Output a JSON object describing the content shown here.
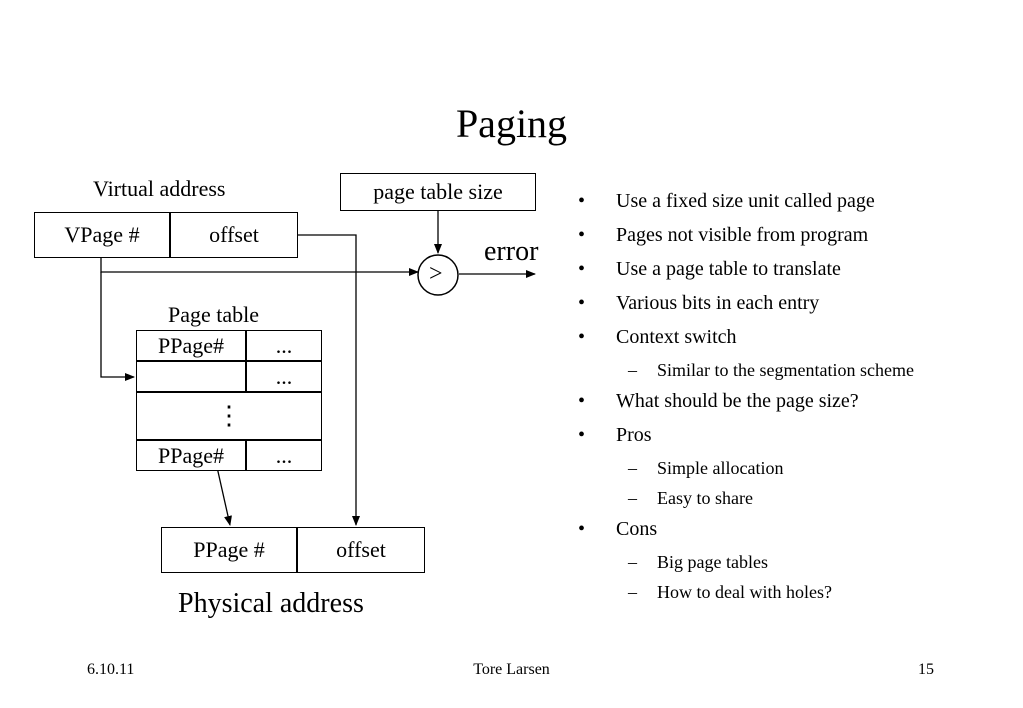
{
  "slide": {
    "title": "Paging",
    "footer": {
      "date": "6.10.11",
      "author": "Tore Larsen",
      "page": "15"
    }
  },
  "diagram": {
    "virtual_address_label": "Virtual address",
    "vpage_label": "VPage #",
    "offset_label": "offset",
    "page_table_size_label": "page table size",
    "comparator_symbol": ">",
    "error_label": "error",
    "page_table_label": "Page table",
    "rows": [
      {
        "ppage": "PPage#",
        "bits": "..."
      },
      {
        "ppage": "",
        "bits": "..."
      },
      {
        "ppage": "",
        "bits": ""
      },
      {
        "ppage": "PPage#",
        "bits": "..."
      }
    ],
    "vdots": "⋮",
    "physical_ppage_label": "PPage #",
    "physical_offset_label": "offset",
    "physical_address_label": "Physical address"
  },
  "bullets": [
    {
      "text": "Use a fixed size unit called page",
      "sub": []
    },
    {
      "text": "Pages not visible from program",
      "sub": []
    },
    {
      "text": "Use a page table to translate",
      "sub": []
    },
    {
      "text": "Various bits in each entry",
      "sub": []
    },
    {
      "text": "Context switch",
      "sub": [
        "Similar to the segmentation scheme"
      ]
    },
    {
      "text": "What should be the page size?",
      "sub": []
    },
    {
      "text": "Pros",
      "sub": [
        "Simple allocation",
        "Easy to share"
      ]
    },
    {
      "text": "Cons",
      "sub": [
        "Big page tables",
        "How to deal with holes?"
      ]
    }
  ]
}
